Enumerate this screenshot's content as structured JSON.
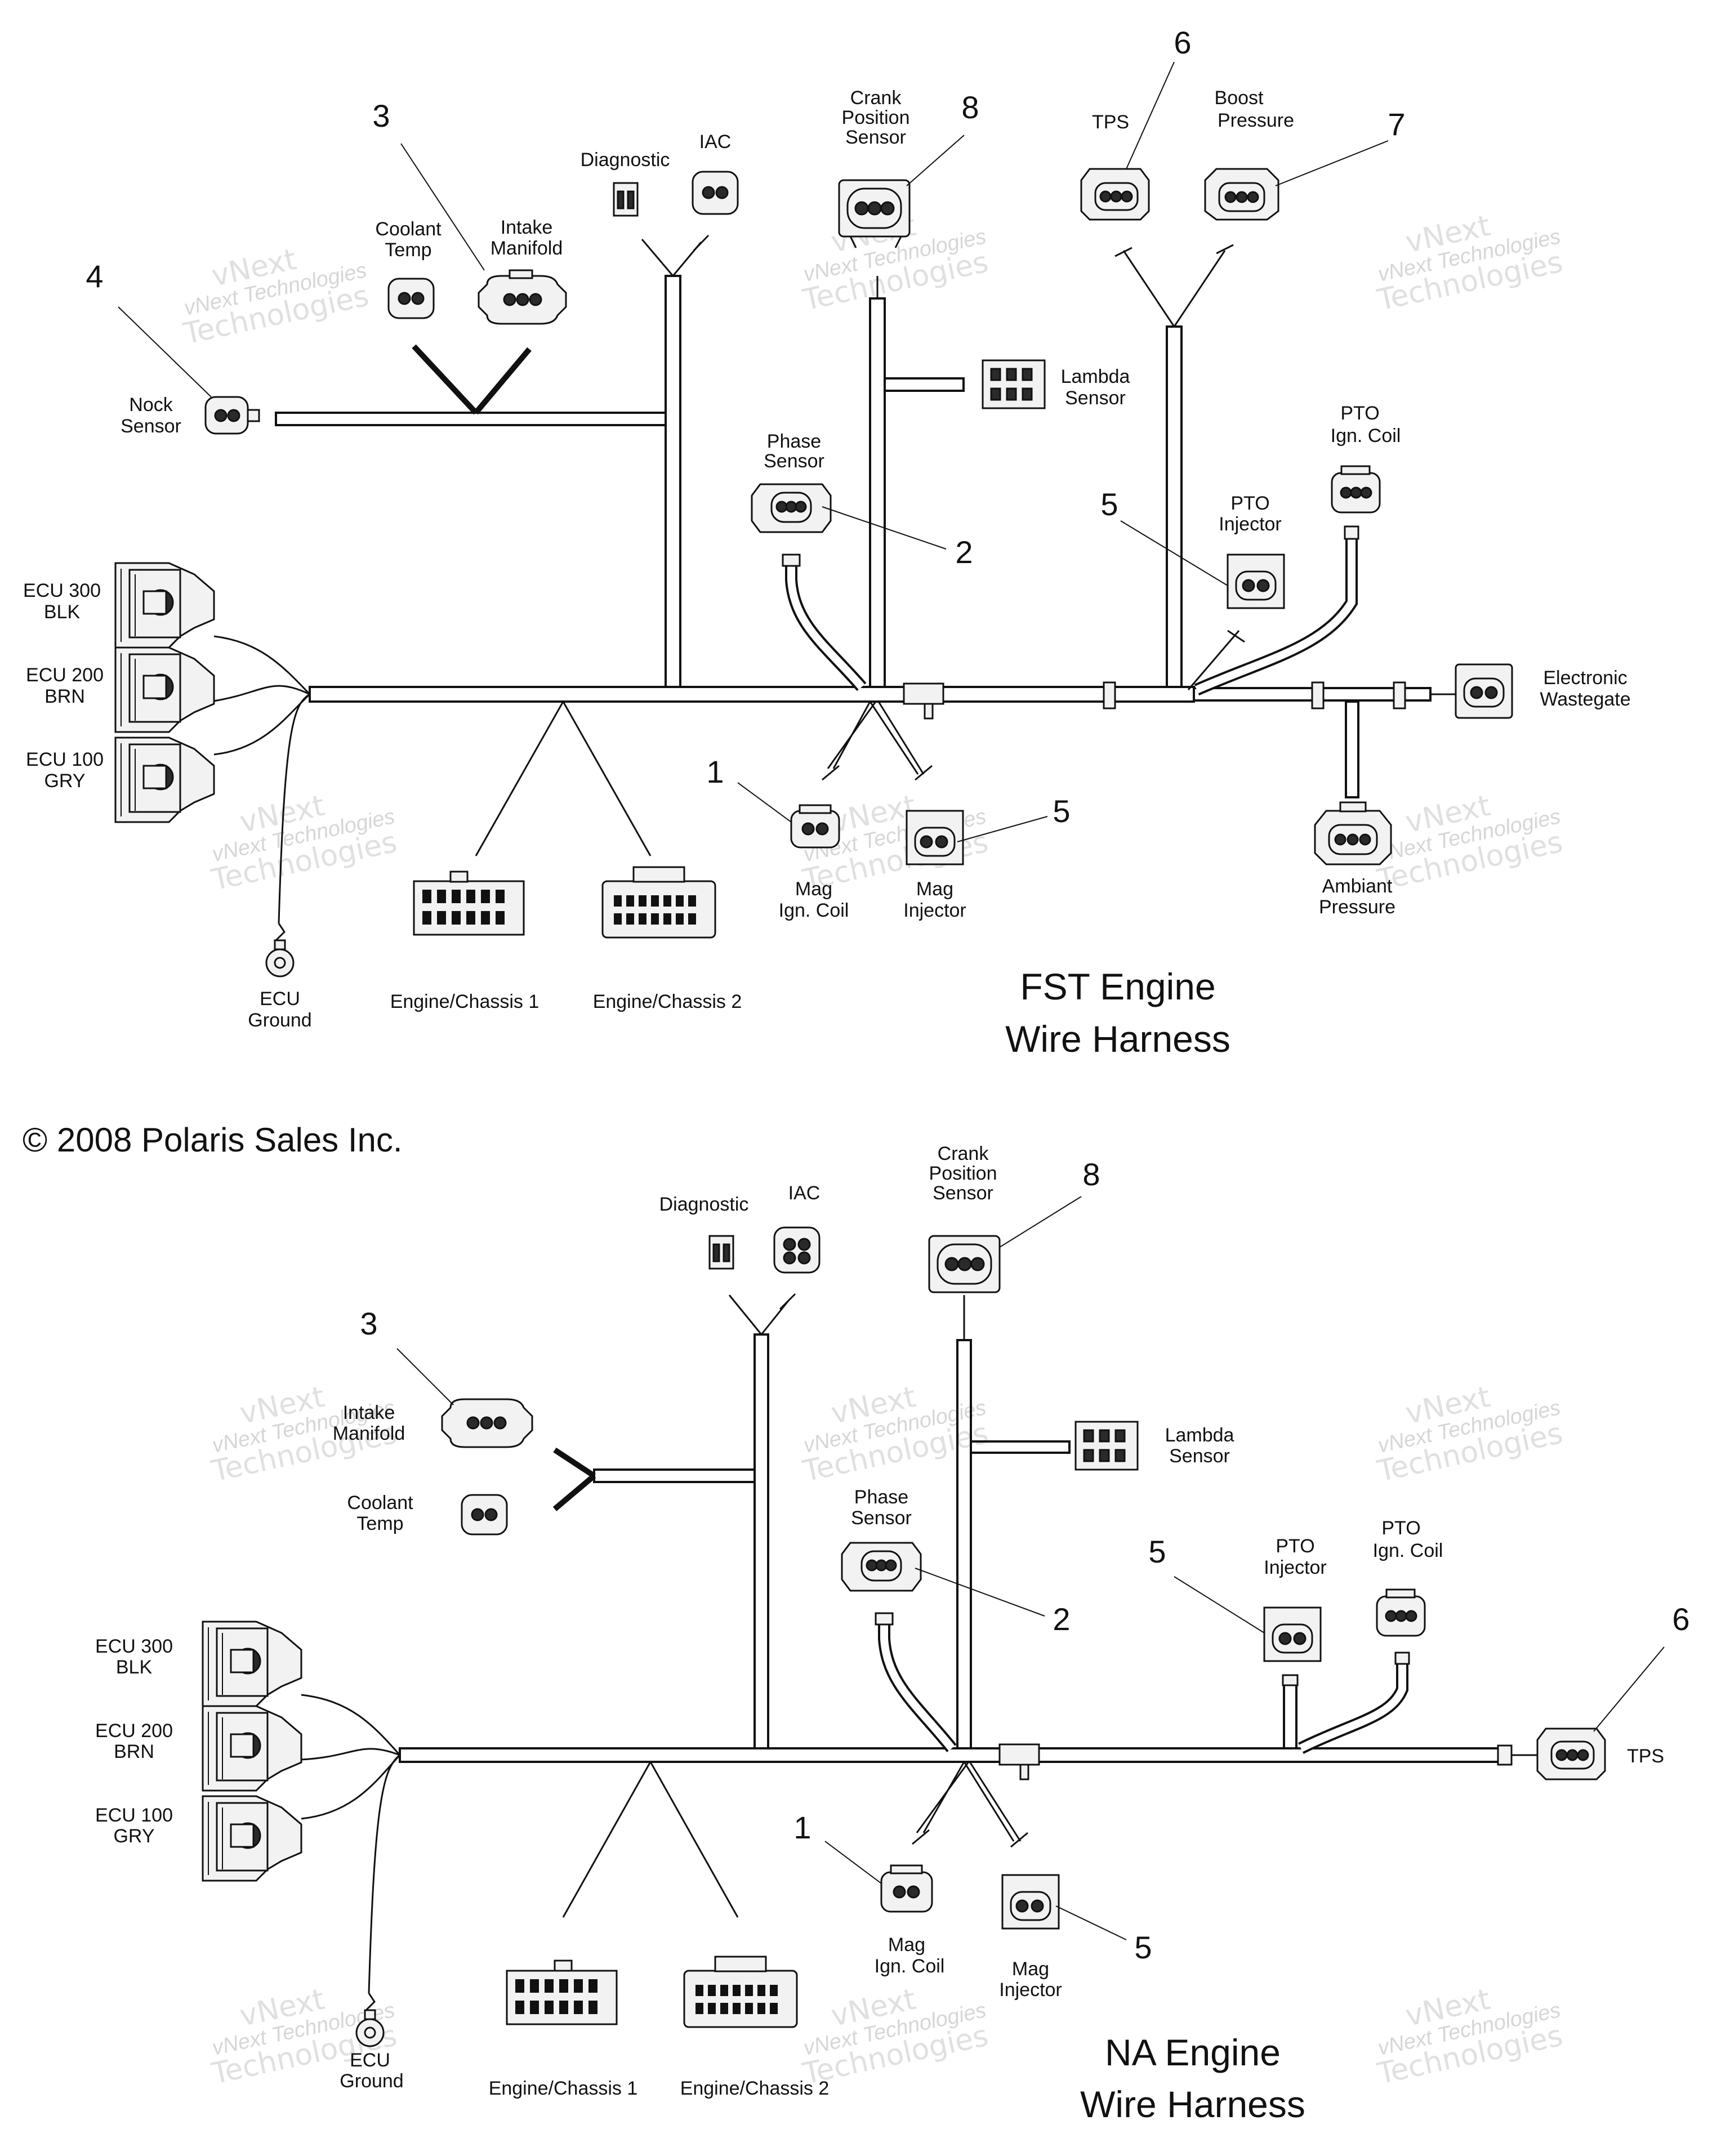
{
  "copyright": "© 2008 Polaris Sales Inc.",
  "watermark": {
    "line1": "vNext Technologies",
    "line2": "vNext",
    "line3": "Technologies"
  },
  "colors": {
    "line": "#111111",
    "watermark": "#d6d6d6",
    "background": "#ffffff"
  },
  "fst": {
    "title_line1": "FST Engine",
    "title_line2": "Wire Harness",
    "labels": {
      "ecu300_a": "ECU 300",
      "ecu300_b": "BLK",
      "ecu200_a": "ECU 200",
      "ecu200_b": "BRN",
      "ecu100_a": "ECU 100",
      "ecu100_b": "GRY",
      "ecu_ground_a": "ECU",
      "ecu_ground_b": "Ground",
      "engine_chassis_1": "Engine/Chassis 1",
      "engine_chassis_2": "Engine/Chassis 2",
      "nock_a": "Nock",
      "nock_b": "Sensor",
      "coolant_a": "Coolant",
      "coolant_b": "Temp",
      "intake_a": "Intake",
      "intake_b": "Manifold",
      "diagnostic": "Diagnostic",
      "iac": "IAC",
      "crank_a": "Crank",
      "crank_b": "Position",
      "crank_c": "Sensor",
      "tps": "TPS",
      "boost_a": "Boost",
      "boost_b": "Pressure",
      "lambda_a": "Lambda",
      "lambda_b": "Sensor",
      "phase_a": "Phase",
      "phase_b": "Sensor",
      "pto_coil_a": "PTO",
      "pto_coil_b": "Ign. Coil",
      "pto_inj_a": "PTO",
      "pto_inj_b": "Injector",
      "wastegate_a": "Electronic",
      "wastegate_b": "Wastegate",
      "ambient_a": "Ambiant",
      "ambient_b": "Pressure",
      "mag_coil_a": "Mag",
      "mag_coil_b": "Ign. Coil",
      "mag_inj_a": "Mag",
      "mag_inj_b": "Injector"
    },
    "callouts": {
      "c1": "1",
      "c2": "2",
      "c3": "3",
      "c4": "4",
      "c5a": "5",
      "c5b": "5",
      "c6": "6",
      "c7": "7",
      "c8": "8"
    }
  },
  "na": {
    "title_line1": "NA Engine",
    "title_line2": "Wire Harness",
    "labels": {
      "ecu300_a": "ECU 300",
      "ecu300_b": "BLK",
      "ecu200_a": "ECU 200",
      "ecu200_b": "BRN",
      "ecu100_a": "ECU 100",
      "ecu100_b": "GRY",
      "ecu_ground_a": "ECU",
      "ecu_ground_b": "Ground",
      "engine_chassis_1": "Engine/Chassis 1",
      "engine_chassis_2": "Engine/Chassis 2",
      "intake_a": "Intake",
      "intake_b": "Manifold",
      "coolant_a": "Coolant",
      "coolant_b": "Temp",
      "diagnostic": "Diagnostic",
      "iac": "IAC",
      "crank_a": "Crank",
      "crank_b": "Position",
      "crank_c": "Sensor",
      "lambda_a": "Lambda",
      "lambda_b": "Sensor",
      "phase_a": "Phase",
      "phase_b": "Sensor",
      "pto_inj_a": "PTO",
      "pto_inj_b": "Injector",
      "pto_coil_a": "PTO",
      "pto_coil_b": "Ign. Coil",
      "tps": "TPS",
      "mag_coil_a": "Mag",
      "mag_coil_b": "Ign. Coil",
      "mag_inj_a": "Mag",
      "mag_inj_b": "Injector"
    },
    "callouts": {
      "c1": "1",
      "c2": "2",
      "c3": "3",
      "c5a": "5",
      "c5b": "5",
      "c6": "6",
      "c8": "8"
    }
  }
}
